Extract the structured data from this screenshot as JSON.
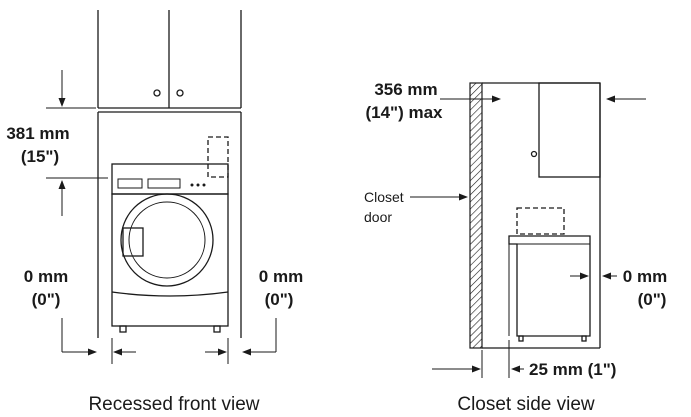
{
  "front_view": {
    "caption": "Recessed front view",
    "top_clearance": {
      "metric": "381 mm",
      "imperial": "(15\")"
    },
    "left_clearance": {
      "metric": "0 mm",
      "imperial": "(0\")"
    },
    "right_clearance": {
      "metric": "0 mm",
      "imperial": "(0\")"
    }
  },
  "side_view": {
    "caption": "Closet side view",
    "top_clearance": {
      "metric": "356 mm",
      "imperial": "(14\") max"
    },
    "door_label": {
      "line1": "Closet",
      "line2": "door"
    },
    "rear_clearance": {
      "metric": "0 mm",
      "imperial": "(0\")"
    },
    "front_clearance": "25 mm (1\")"
  }
}
